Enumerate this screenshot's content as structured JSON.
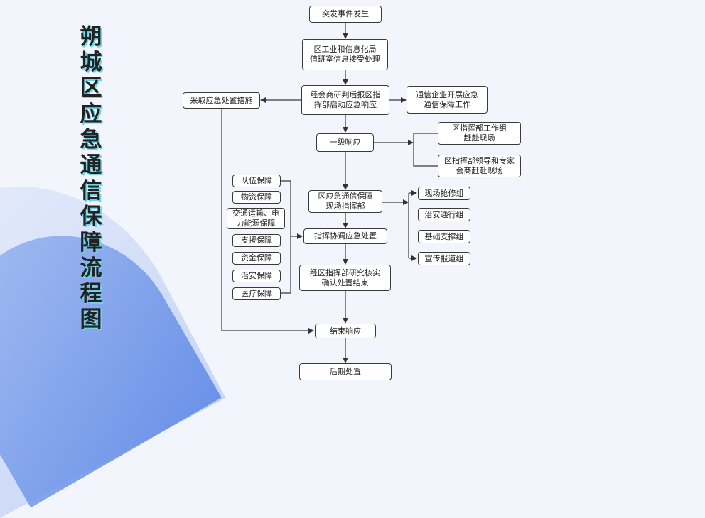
{
  "title_chars": [
    "朔",
    "城",
    "区",
    "应",
    "急",
    "通",
    "信",
    "保",
    "障",
    "流",
    "程",
    "图"
  ],
  "nodes": {
    "start": "突发事件发生",
    "receive": [
      "区工业和信息化局",
      "值班室信息接受处理"
    ],
    "consult": [
      "经会商研判后报区指",
      "挥部启动应急响应"
    ],
    "measures": "采取应急处置措施",
    "telecom": [
      "通信企业开展应急",
      "通信保障工作"
    ],
    "level1": "一级响应",
    "workgroup": [
      "区指挥部工作组",
      "赶赴现场"
    ],
    "leaders": [
      "区指挥部领导和专家",
      "会商赶赴现场"
    ],
    "hq": [
      "区应急通信保障",
      "现场指挥部"
    ],
    "coordinate": "指挥协调应急处置",
    "verify": [
      "经区指挥部研究核实",
      "确认处置结束"
    ],
    "end": "结束响应",
    "after": "后期处置"
  },
  "support_list": [
    "队伍保障",
    "物资保障",
    "交通运输、电力能源保障",
    "支援保障",
    "资金保障",
    "治安保障",
    "医疗保障"
  ],
  "group_list": [
    "现场抢修组",
    "治安通行组",
    "基础支撑组",
    "宣传报道组"
  ]
}
